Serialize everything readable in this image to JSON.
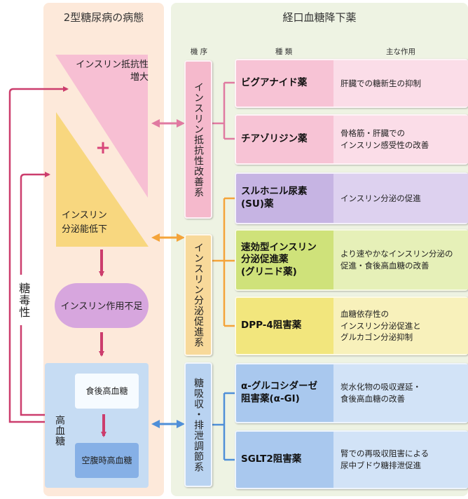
{
  "left_header": "2型糖尿病の病態",
  "right_header": "経口血糖降下薬",
  "columns": {
    "mechanism": "機 序",
    "type": "種 類",
    "main_action": "主な作用"
  },
  "pathology": {
    "insulin_resistance": "インスリン抵抗性\n増大",
    "plus": "+",
    "insulin_secretion": "インスリン\n分泌能低下",
    "insufficient_action": "インスリン作用不足",
    "high_blood_sugar": "高血糖",
    "postprandial": "食後高血糖",
    "fasting": "空腹時高血糖",
    "glucotoxicity": "糖毒性"
  },
  "mechanisms": [
    {
      "label": "インスリン抵抗性改善系"
    },
    {
      "label": "インスリン分泌促進系"
    },
    {
      "label": "糖吸収・排泄調節系"
    }
  ],
  "drugs": [
    {
      "name": "ビグアナイド薬",
      "effect": "肝臓での糖新生の抑制"
    },
    {
      "name": "チアゾリジン薬",
      "effect": "骨格筋・肝臓での\nインスリン感受性の改善"
    },
    {
      "name": "スルホニル尿素\n(SU)薬",
      "effect": "インスリン分泌の促進"
    },
    {
      "name": "速効型インスリン\n分泌促進薬\n(グリニド薬)",
      "effect": "より速やかなインスリン分泌の\n促進・食後高血糖の改善"
    },
    {
      "name": "DPP-4阻害薬",
      "effect": "血糖依存性の\nインスリン分泌促進と\nグルカゴン分泌抑制"
    },
    {
      "name": "α-グルコシダーゼ\n阻害薬(α-GI)",
      "effect": "炭水化物の吸収遅延・\n食後高血糖の改善"
    },
    {
      "name": "SGLT2阻害薬",
      "effect": "腎での再吸収阻害による\n尿中ブドウ糖排泄促進"
    }
  ],
  "colors": {
    "pink": "#f7bfd3",
    "pink_dark": "#e07aa1",
    "purple": "#c6b4e3",
    "green": "#cfe27a",
    "yellow": "#f2e67d",
    "blue": "#a9c8ee",
    "orange": "#f4a43a",
    "arrow_red": "#cc3d6d",
    "arrow_blue": "#4f8fd8"
  }
}
